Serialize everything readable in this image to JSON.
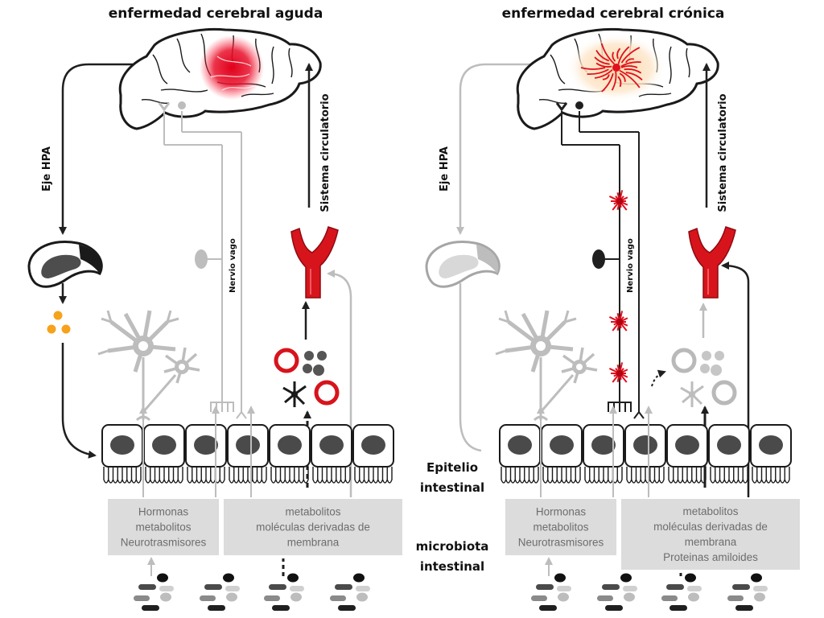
{
  "panels": [
    {
      "title": "enfermedad cerebral aguda",
      "hpa_label": "Eje HPA",
      "vagus_label": "Nervio vago",
      "circ_label": "Sistema circulatorio",
      "box_left": [
        "Hormonas",
        "metabolitos",
        "Neurotrasmisores"
      ],
      "box_right": [
        "metabolitos",
        "moléculas derivadas de",
        "membrana"
      ]
    },
    {
      "title": "enfermedad cerebral crónica",
      "hpa_label": "Eje HPA",
      "vagus_label": "Nervio vago",
      "circ_label": "Sistema circulatorio",
      "box_left": [
        "Hormonas",
        "metabolitos",
        "Neurotrasmisores"
      ],
      "box_right": [
        "metabolitos",
        "moléculas derivadas de",
        "membrana",
        "Proteinas amiloides"
      ]
    }
  ],
  "labels": {
    "epithelium": [
      "Epitelio",
      "intestinal"
    ],
    "microbiota": [
      "microbiota",
      "intestinal"
    ]
  },
  "colors": {
    "active": "#1f1f1f",
    "inactive": "#bdbdbd",
    "vessel_red": "#d7141c",
    "cortisol_orange": "#f7a21b",
    "box_fill": "#dcdcdc",
    "box_text": "#6d6d6d"
  }
}
